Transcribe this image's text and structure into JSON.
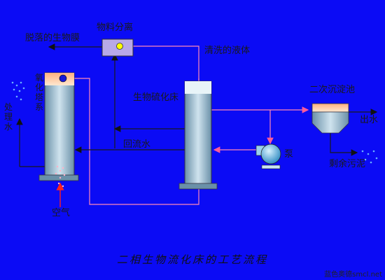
{
  "labels": {
    "flue_sludge": "脱落的生物膜",
    "separation_device": "物料分离",
    "washing_fluid": "清洗的液体",
    "aeration_column_top": "氧",
    "aeration_column_a": "化",
    "aeration_column_b": "塔",
    "aeration_column_c": "系",
    "bio_reactor": "生物硫化床",
    "recycle_water": "回流水",
    "influent_left": "处",
    "influent_left_b": "理",
    "influent_left_c": "水",
    "secondary_tank": "二次沉淀池",
    "effluent": "出水",
    "pump": "泵",
    "excess_sludge": "剩余污泥",
    "air_in": "空气"
  },
  "title": "二相生物流化床的工艺流程",
  "credit": "蓝色奥德smcl.net",
  "colors": {
    "background": "#0b0bf5",
    "pipe_pink": "#ff88b8",
    "pipe_dark": "#1a1a1a",
    "tank_fill": "#a8c8d8",
    "tank_top": "#ffd0a0",
    "box_purple": "#b8a8e8",
    "indicator_yellow": "#ffff00",
    "pump_blue": "#5cb8e0"
  }
}
